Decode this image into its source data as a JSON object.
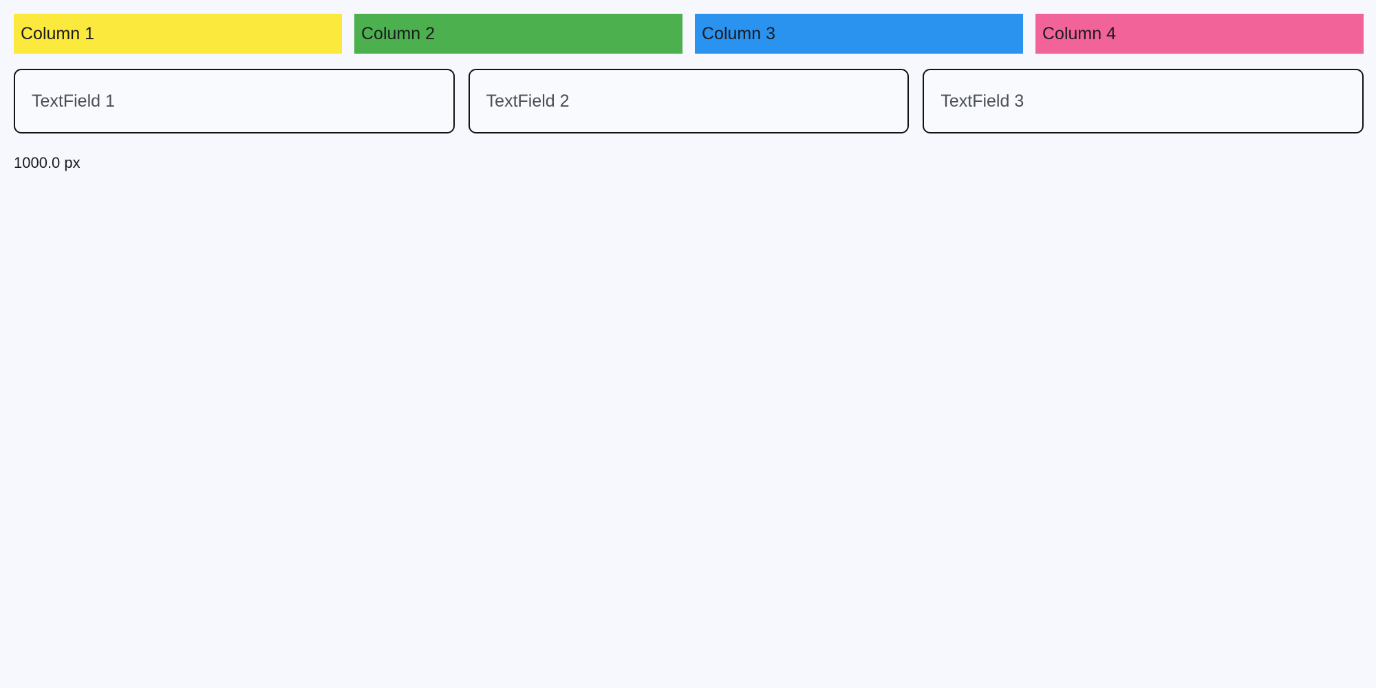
{
  "page": {
    "background_color": "#f6f8fd",
    "text_color": "#1b1b1f"
  },
  "columns_row": {
    "items": [
      {
        "label": "Column 1",
        "color": "#fbe93d"
      },
      {
        "label": "Column 2",
        "color": "#4cb04e"
      },
      {
        "label": "Column 3",
        "color": "#2a93f0"
      },
      {
        "label": "Column 4",
        "color": "#f2639a"
      }
    ]
  },
  "fields_row": {
    "fields": [
      {
        "placeholder": "TextField 1",
        "value": ""
      },
      {
        "placeholder": "TextField 2",
        "value": ""
      },
      {
        "placeholder": "TextField 3",
        "value": ""
      }
    ]
  },
  "measure": {
    "label": "1000.0 px"
  }
}
